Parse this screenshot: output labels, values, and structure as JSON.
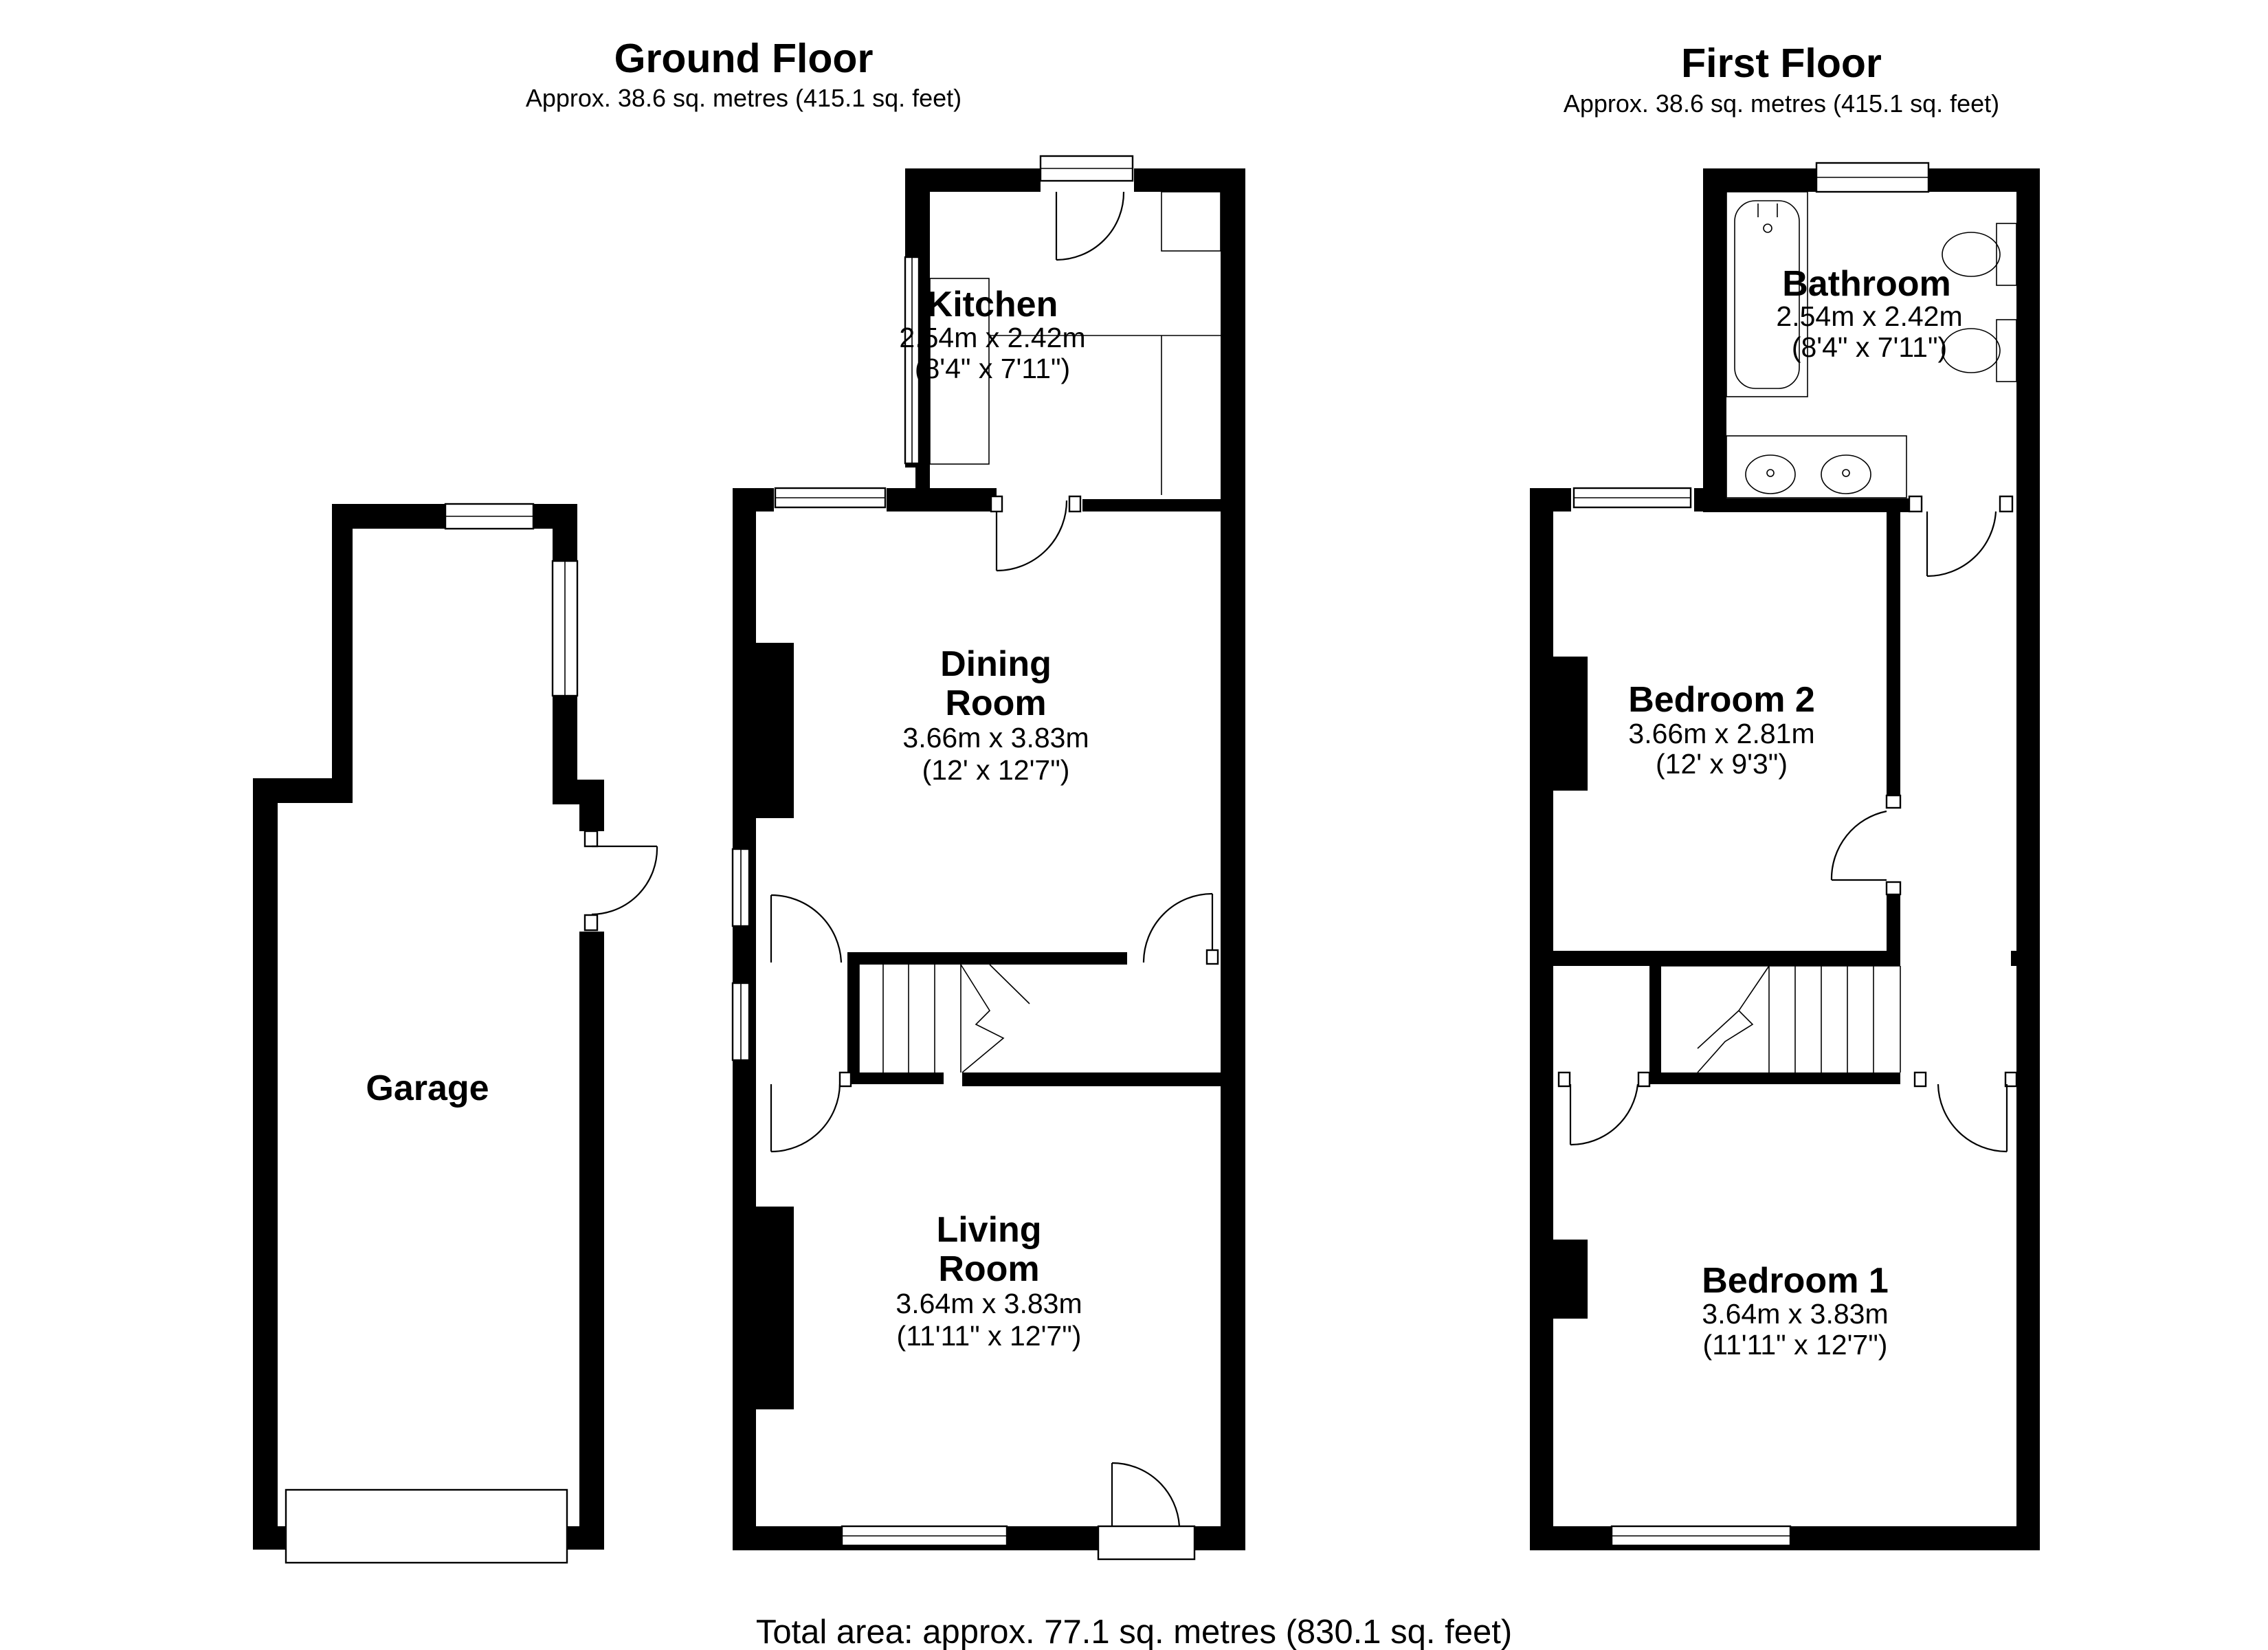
{
  "ground_floor": {
    "title": "Ground Floor",
    "area": "Approx. 38.6 sq. metres (415.1 sq. feet)",
    "rooms": {
      "kitchen": {
        "name": "Kitchen",
        "metric": "2.54m x 2.42m",
        "imperial": "(8'4\" x 7'11\")"
      },
      "dining": {
        "name_line1": "Dining",
        "name_line2": "Room",
        "metric": "3.66m x 3.83m",
        "imperial": "(12' x 12'7\")"
      },
      "living": {
        "name_line1": "Living",
        "name_line2": "Room",
        "metric": "3.64m x 3.83m",
        "imperial": "(11'11\" x 12'7\")"
      },
      "garage": {
        "name": "Garage"
      }
    }
  },
  "first_floor": {
    "title": "First Floor",
    "area": "Approx. 38.6 sq. metres (415.1 sq. feet)",
    "rooms": {
      "bathroom": {
        "name": "Bathroom",
        "metric": "2.54m x 2.42m",
        "imperial": "(8'4\" x 7'11\")"
      },
      "bedroom2": {
        "name": "Bedroom 2",
        "metric": "3.66m x 2.81m",
        "imperial": "(12' x 9'3\")"
      },
      "bedroom1": {
        "name": "Bedroom 1",
        "metric": "3.64m x 3.83m",
        "imperial": "(11'11\" x 12'7\")"
      }
    }
  },
  "total_area": "Total area: approx. 77.1 sq. metres (830.1 sq. feet)"
}
